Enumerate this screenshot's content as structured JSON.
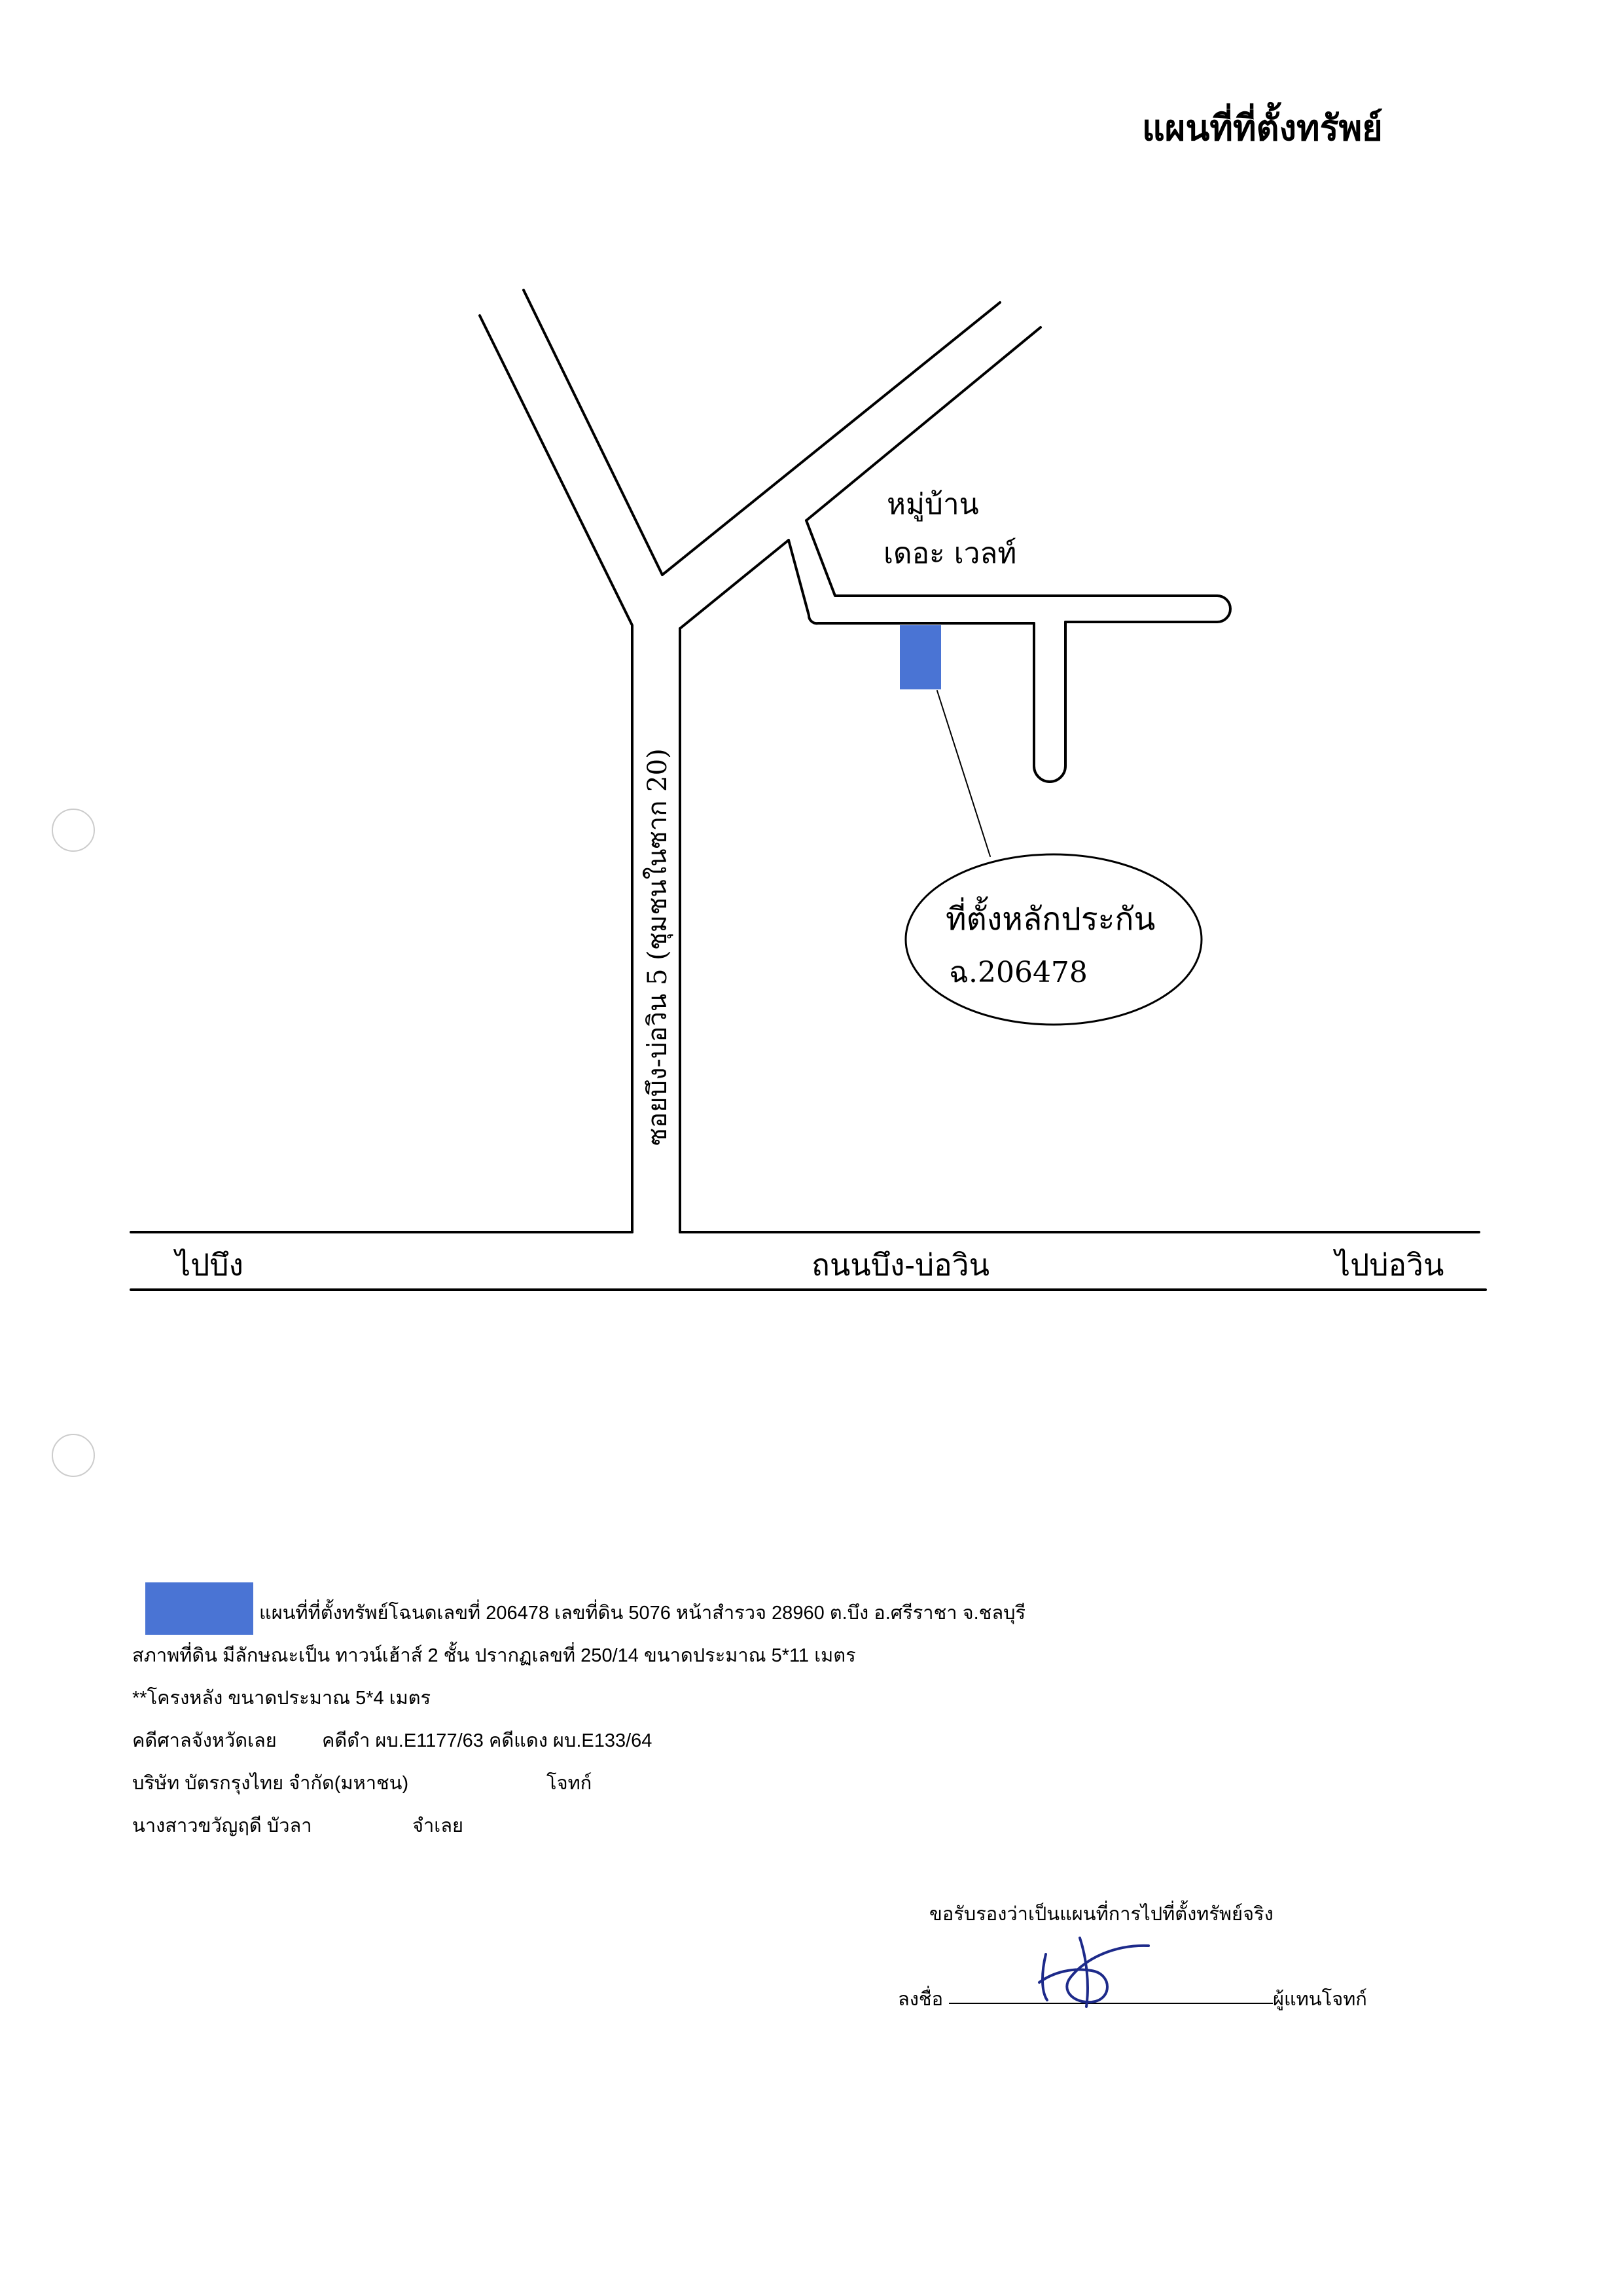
{
  "title": "แผนที่ที่ตั้งทรัพย์",
  "map": {
    "village_line1": "หมู่บ้าน",
    "village_line2": "เดอะ เวลท์",
    "soi_label": "ซอยบึง-บ่อวิน 5 (ชุมชนในซาก 20)",
    "main_road": "ถนนบึง-บ่อวิน",
    "to_bueng": "ไปบึง",
    "to_bo_win": "ไปบ่อวิน",
    "collateral_label": "ที่ตั้งหลักประกัน",
    "title_deed": "ฉ.206478"
  },
  "legend": {
    "swatch_color": "#4a74d4",
    "line1": "แผนที่ที่ตั้งทรัพย์โฉนดเลขที่ 206478 เลขที่ดิน  5076  หน้าสำรวจ  28960  ต.บึง  อ.ศรีราชา จ.ชลบุรี",
    "line2": "สภาพที่ดิน มีลักษณะเป็น ทาวน์เฮ้าส์ 2 ชั้น  ปรากฏเลขที่ 250/14  ขนาดประมาณ  5*11 เมตร",
    "line3": "**โครงหลัง ขนาดประมาณ 5*4 เมตร",
    "line4_court": "คดีศาลจังหวัดเลย",
    "line4_case": "คดีดำ ผบ.E1177/63 คดีแดง ผบ.E133/64",
    "line5_name": "บริษัท บัตรกรุงไทย จำกัด(มหาชน)",
    "line5_role": "โจทก์",
    "line6_name": "นางสาวขวัญฤดี  บัวลา",
    "line6_role": "จำเลย"
  },
  "certification": {
    "statement": "ขอรับรองว่าเป็นแผนที่การไปที่ตั้งทรัพย์จริง",
    "sign_label": "ลงชื่อ",
    "sign_role": "ผู้แทนโจทก์"
  },
  "colors": {
    "plot": "#4a74d4",
    "ink": "#000000",
    "signature_ink": "#1d2a8a"
  }
}
